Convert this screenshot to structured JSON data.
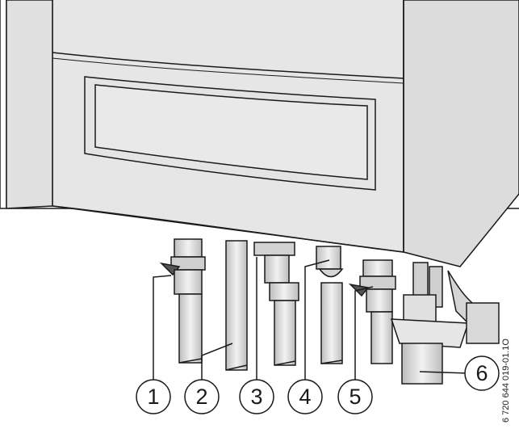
{
  "callouts": [
    {
      "label": "1",
      "meaning": ""
    },
    {
      "label": "2",
      "meaning": ""
    },
    {
      "label": "3",
      "meaning": ""
    },
    {
      "label": "4",
      "meaning": ""
    },
    {
      "label": "5",
      "meaning": ""
    },
    {
      "label": "6",
      "meaning": ""
    }
  ],
  "figure_code": "6 720 644 019-01.1O",
  "colors": {
    "body": "#e3e3e3",
    "line": "#1a1a1a",
    "background": "#ffffff"
  }
}
